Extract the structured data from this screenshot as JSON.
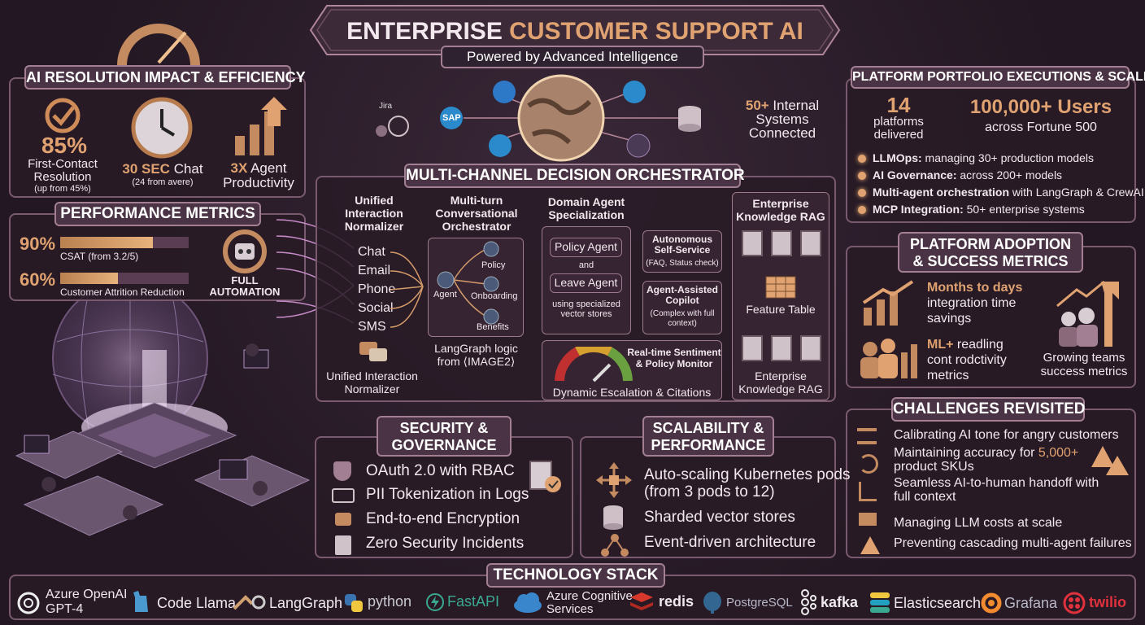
{
  "header": {
    "title_a": "ENTERPRISE ",
    "title_b": "CUSTOMER SUPPORT AI",
    "title_c": " PLATFORM",
    "subtitle": "Powered by Advanced Intelligence"
  },
  "ai_resolution": {
    "title": "AI RESOLUTION IMPACT & EFFICIENCY",
    "pct": "85%",
    "pct_label": "First-Contact Resolution",
    "pct_note": "(up from 45%)",
    "chat_a": "30 SEC",
    "chat_b": " Chat",
    "chat_note": "(24 from avere)",
    "agent_a": "3X",
    "agent_b": " Agent",
    "agent_c": "Productivity"
  },
  "performance": {
    "title": "PERFORMANCE METRICS",
    "m1_pct": "90%",
    "m1_label": "CSAT (from 3.2/5)",
    "m1_fill": 0.72,
    "m2_pct": "60%",
    "m2_label": "Customer Attrition Reduction",
    "m2_fill": 0.45,
    "full_auto": "FULL AUTOMATION"
  },
  "systems": {
    "jira": "Jira",
    "sap": "SAP",
    "count": "50+",
    "text": " Internal",
    "text2": "Systems",
    "text3": "Connected"
  },
  "orchestrator": {
    "title": "MULTI-CHANNEL DECISION ORCHESTRATOR",
    "col1_title": "Unified Interaction Normalizer",
    "channels": [
      "Chat",
      "Email",
      "Phone",
      "Social",
      "SMS"
    ],
    "col1_foot": "Unified Interaction Normalizer",
    "col2_title": "Multi-turn Conversational Orchestrator",
    "agent": "Agent",
    "nodes": [
      "Policy",
      "Onboarding",
      "Benefits"
    ],
    "col2_foot": "LangGraph logic from ⟨IMAGE2⟩",
    "col3_title": "Domain Agent Specialization",
    "policy_agent": "Policy Agent",
    "and": "and",
    "leave_agent": "Leave Agent",
    "vector_note": "using specialized vector stores",
    "auto_title": "Autonomous Self-Service",
    "auto_note": "(FAQ, Status check)",
    "copilot_title": "Agent-Assisted Copilot",
    "copilot_note": "(Complex with full context)",
    "sentiment_title": "Real-time Sentiment & Policy Monitor",
    "sentiment_foot": "Dynamic Escalation & Citations",
    "rag_title": "Enterprise Knowledge RAG",
    "feature_table": "Feature Table",
    "rag_foot": "Enterprise Knowledge RAG"
  },
  "portfolio": {
    "title": "PLATFORM PORTFOLIO EXECUTIONS & SCALE",
    "platforms_num": "14",
    "platforms_label": "platforms delivered",
    "users_num": "100,000+ Users",
    "users_label": "across Fortune 500",
    "items": [
      {
        "b": "LLMOps:",
        "t": " managing 30+ production models"
      },
      {
        "b": "AI Governance:",
        "t": " across 200+ models"
      },
      {
        "b": "Multi-agent orchestration",
        "t": " with LangGraph & CrewAI"
      },
      {
        "b": "MCP Integration:",
        "t": " 50+ enterprise systems"
      }
    ]
  },
  "adoption": {
    "title1": "PLATFORM ADOPTION",
    "title2": "& SUCCESS METRICS",
    "m1_a": "Months to days",
    "m1_b": "integration time",
    "m1_c": "savings",
    "m2_a": "ML+",
    "m2_b": " readling",
    "m2_c": "cont rodctivity",
    "m2_d": "metrics",
    "teams_a": "Growing teams",
    "teams_b": "success metrics"
  },
  "challenges": {
    "title": "CHALLENGES REVISITED",
    "c1": "Calibrating AI tone for angry customers",
    "c2_a": "Maintaining accuracy for ",
    "c2_b": "5,000+",
    "c2_c": "product SKUs",
    "c3_a": "Seamless AI-to-human handoff with",
    "c3_b": "full context",
    "c4": "Managing LLM costs at scale",
    "c5": "Preventing cascading multi-agent failures"
  },
  "security": {
    "title1": "SECURITY &",
    "title2": "GOVERNANCE",
    "items": [
      "OAuth 2.0 with RBAC",
      "PII Tokenization in Logs",
      "End-to-end Encryption",
      "Zero Security Incidents"
    ]
  },
  "scalability": {
    "title1": "SCALABILITY &",
    "title2": "PERFORMANCE",
    "i1_a": "Auto-scaling Kubernetes pods",
    "i1_b": "(from 3 pods to 12)",
    "i2": "Sharded vector stores",
    "i3": "Event-driven architecture"
  },
  "tech": {
    "title": "TECHNOLOGY STACK",
    "azure_a": "Azure OpenAI",
    "azure_b": "GPT-4",
    "code_llama": "Code Llama",
    "langgraph": "LangGraph",
    "python": "python",
    "fastapi": "FastAPI",
    "cog_a": "Azure Cognitive",
    "cog_b": "Services",
    "redis": "redis",
    "postgres": "PostgreSQL",
    "kafka": "kafka",
    "elastic": "Elasticsearch",
    "grafana": "Grafana",
    "twilio": "twilio"
  },
  "colors": {
    "accent": "#e0a270",
    "panel_border": "#7a5a6e",
    "bg": "#2a1d2a"
  }
}
